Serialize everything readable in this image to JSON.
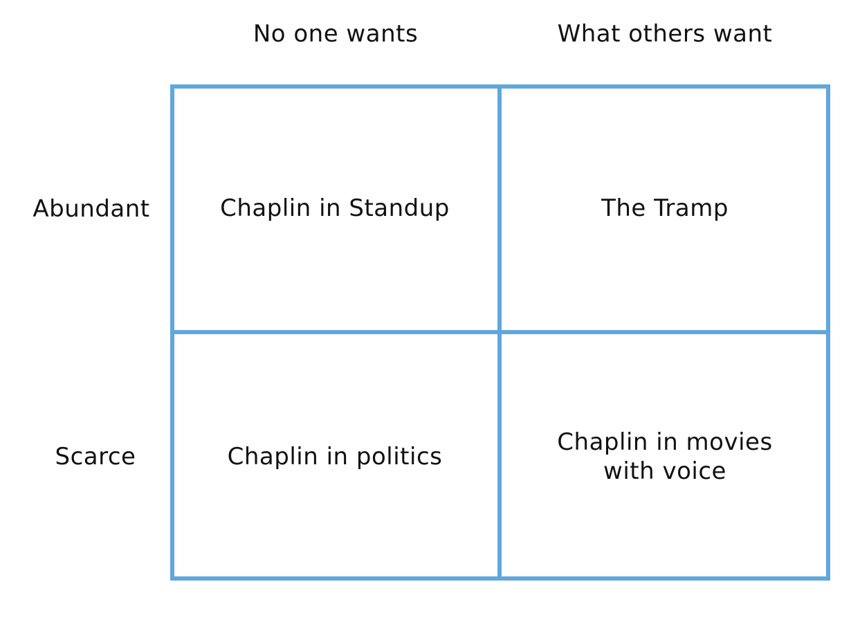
{
  "columns": [
    "No one wants",
    "What others want"
  ],
  "rows": [
    "Abundant",
    "Scarce"
  ],
  "cells": [
    [
      "Chaplin in Standup",
      "The Tramp"
    ],
    [
      "Chaplin in politics",
      "Chaplin in movies with voice"
    ]
  ],
  "colors": {
    "grid_line": "#5fa7dc",
    "text": "#111111"
  }
}
